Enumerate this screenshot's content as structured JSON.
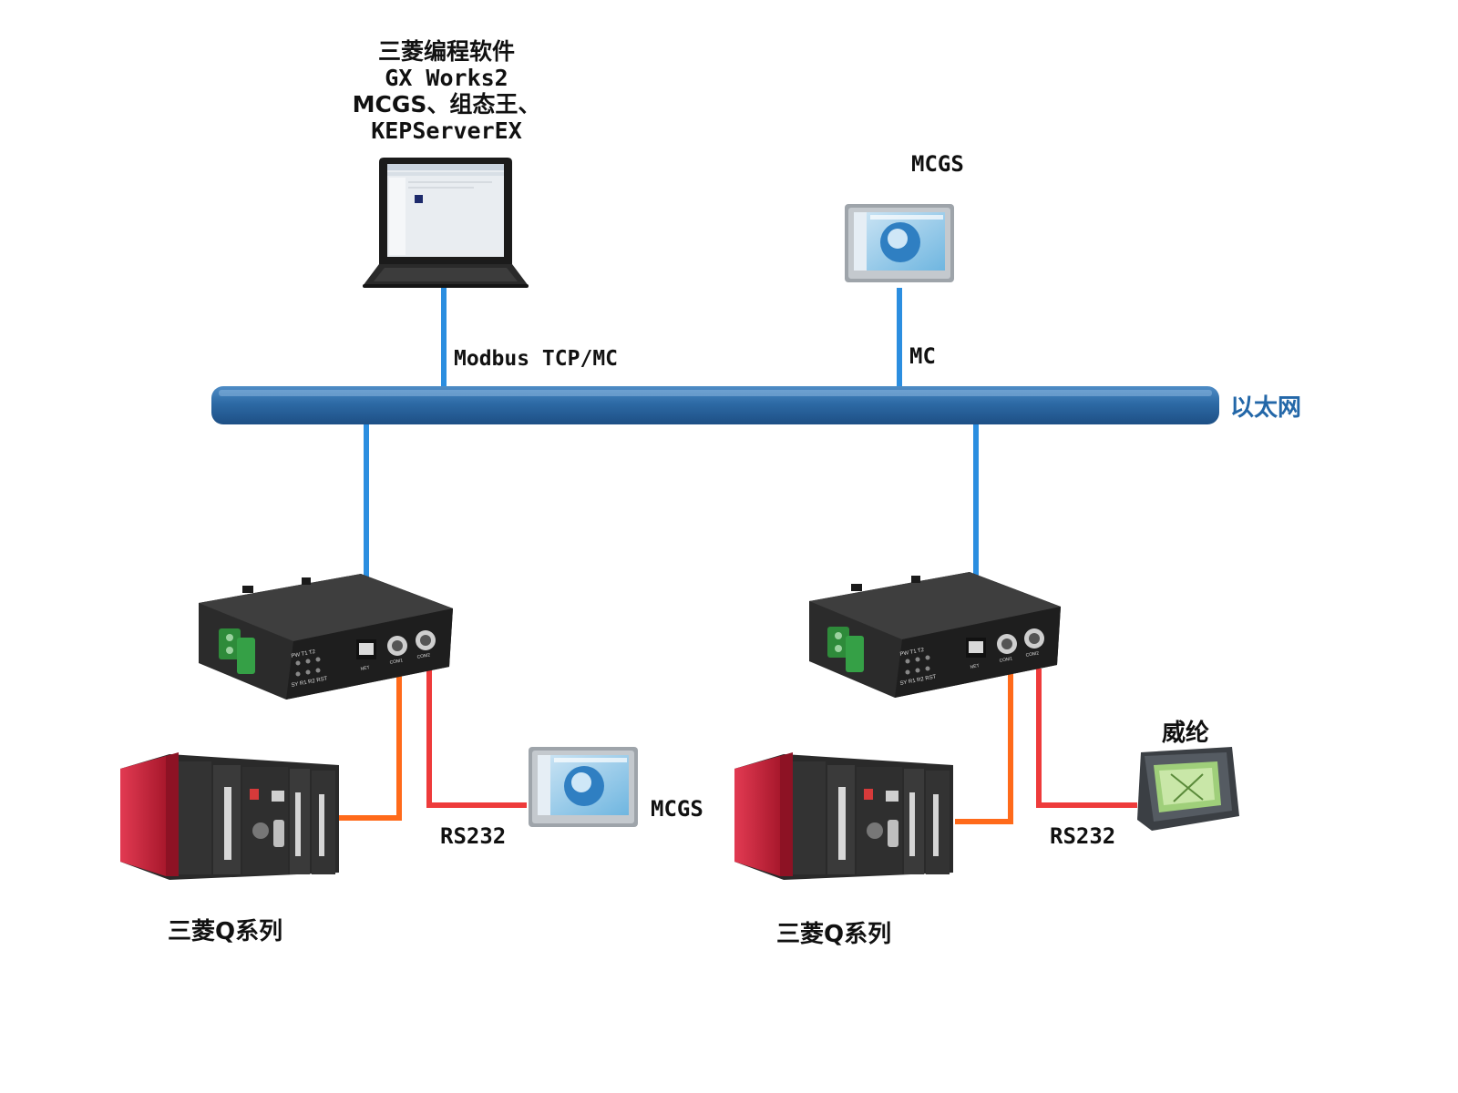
{
  "pc": {
    "lines": [
      "三菱编程软件",
      "GX Works2",
      "MCGS、组态王、",
      "KEPServerEX"
    ]
  },
  "hmi_top": {
    "label": "MCGS"
  },
  "links": {
    "pc_protocol": "Modbus TCP/MC",
    "hmi_protocol": "MC",
    "left_serial": "RS232",
    "right_serial": "RS232"
  },
  "ethernet": {
    "label": "以太网"
  },
  "hmi_left": {
    "label": "MCGS"
  },
  "hmi_right": {
    "label": "威纶"
  },
  "plc_left": {
    "label": "三菱Q系列"
  },
  "plc_right": {
    "label": "三菱Q系列"
  },
  "gateway_port_labels": {
    "ethernet": "NET",
    "com1": "COM1",
    "com2": "COM2"
  },
  "gateway_led_labels": {
    "top": "PW T1 T2",
    "bottom": "SY R1 R2 RST"
  },
  "colors": {
    "ethernet_bus": "#2f6fa8",
    "ethernet_cable": "#2b8ee0",
    "com1_cable": "#ff6a1a",
    "com2_cable": "#ee3b3b",
    "plc_red": "#d6283f",
    "gateway_body": "#222222"
  }
}
